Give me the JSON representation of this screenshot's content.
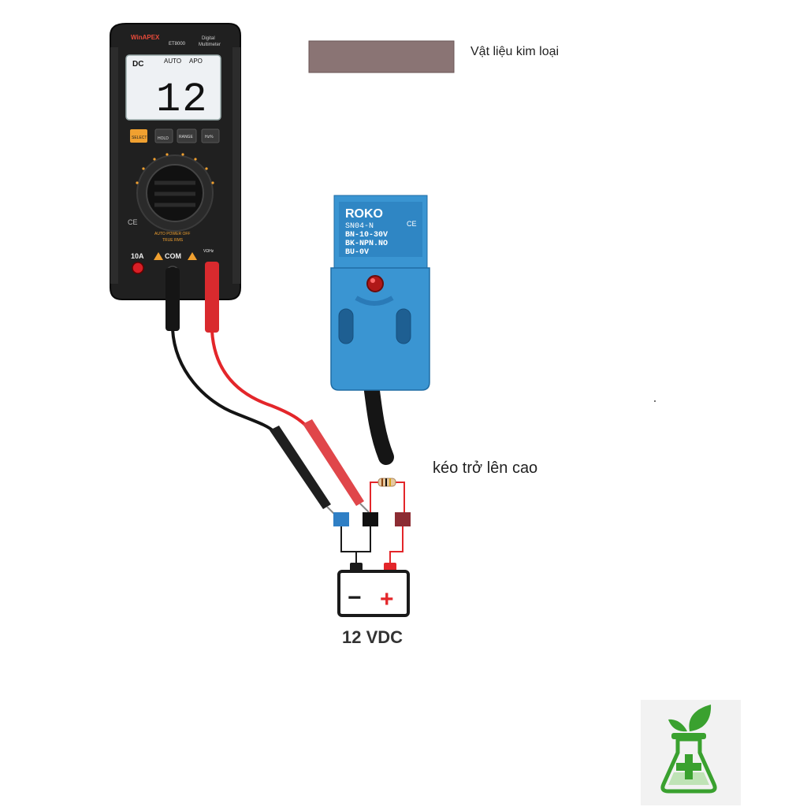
{
  "labels": {
    "metal": "Vật liệu kim loại",
    "pullup": "kéo trở lên cao",
    "supply": "12 VDC"
  },
  "multimeter": {
    "brand": "WinAPEX",
    "model": "ET8000",
    "subtitle1": "Digital",
    "subtitle2": "Multimeter",
    "mode_dc": "DC",
    "mode_auto": "AUTO",
    "mode_apo": "APO",
    "reading": "12",
    "btn_select": "SELECT",
    "btn_hold": "HOLD",
    "btn_range": "RANGE",
    "btn_hz": "Hz%",
    "ce_mark": "CE",
    "note1": "AUTO POWER OFF",
    "note2": "TRUE RMS",
    "jack_10a": "10A",
    "jack_com": "COM",
    "jack_v": "VΩHz"
  },
  "sensor": {
    "brand": "ROKO",
    "ce_mark": "CE",
    "line1": "SN04-N",
    "line2": "BN-10-30V",
    "line3": "BK-NPN.NO",
    "line4": "BU-0V"
  },
  "battery": {
    "minus": "−",
    "plus": "+"
  },
  "colors": {
    "metal": "#8a7474",
    "sensor_body": "#3a95d2",
    "wire_red": "#e3262a",
    "wire_black": "#1a1a1a",
    "terminal_blue": "#2f7fc5",
    "terminal_brown": "#8c2c33",
    "logo_green": "#3aa12f",
    "logo_bg": "#f2f2f2"
  },
  "icons": {
    "logo": "flask-plus-icon",
    "battery": "battery-icon",
    "resistor": "resistor-icon"
  }
}
